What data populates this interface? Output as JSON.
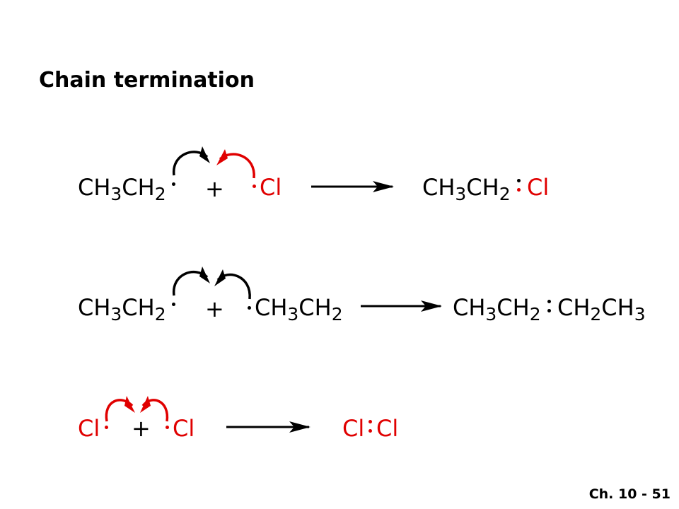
{
  "slide": {
    "title": "Chain termination",
    "footer": "Ch. 10 - 51"
  },
  "reactions": [
    {
      "reactant_a": {
        "main": "CH",
        "s1": "3",
        "mid": "CH",
        "s2": "2"
      },
      "plus": "+",
      "reactant_b": "Cl",
      "product": {
        "main": "CH",
        "s1": "3",
        "mid": "CH",
        "s2": "2",
        "partner": "Cl"
      }
    },
    {
      "reactant_a": {
        "main": "CH",
        "s1": "3",
        "mid": "CH",
        "s2": "2"
      },
      "plus": "+",
      "reactant_b": {
        "main": "CH",
        "s1": "3",
        "mid": "CH",
        "s2": "2"
      },
      "product": {
        "left_main": "CH",
        "left_s1": "3",
        "left_mid": "CH",
        "left_s2": "2",
        "right_main": "CH",
        "right_s1": "2",
        "right_mid": "CH",
        "right_s2": "3"
      }
    },
    {
      "reactant_a": "Cl",
      "plus": "+",
      "reactant_b": "Cl",
      "product": {
        "left": "Cl",
        "right": "Cl"
      }
    }
  ],
  "colors": {
    "black": "#000000",
    "red": "#e00000"
  }
}
